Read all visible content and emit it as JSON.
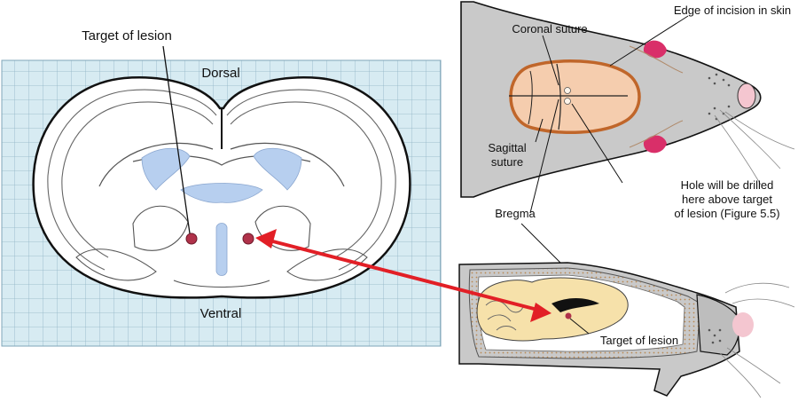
{
  "coronal_section": {
    "target_label": "Target of lesion",
    "dorsal_label": "Dorsal",
    "ventral_label": "Ventral"
  },
  "skull_top_view": {
    "edge_label": "Edge of incision in skin",
    "coronal_label": "Coronal suture",
    "sagittal_label_line1": "Sagittal",
    "sagittal_label_line2": "suture",
    "bregma_label": "Bregma",
    "hole_label_line1": "Hole will be drilled",
    "hole_label_line2": "here above target",
    "hole_label_line3": "of lesion (Figure 5.5)"
  },
  "sagittal_view": {
    "target_label": "Target of lesion"
  },
  "colors": {
    "grid_background": "#d7ebf2",
    "grid_lines": "#8fb3c4",
    "ventricle_blue": "#b7cfef",
    "lesion_target": "#b0324a",
    "arrow_red": "#e21f26",
    "skull_outline": "#c0662a",
    "skull_fill": "#f5cdae",
    "head_gray": "#c9c9c9",
    "ear_pink": "#d92f69",
    "brain_tan": "#f6e1aa"
  }
}
